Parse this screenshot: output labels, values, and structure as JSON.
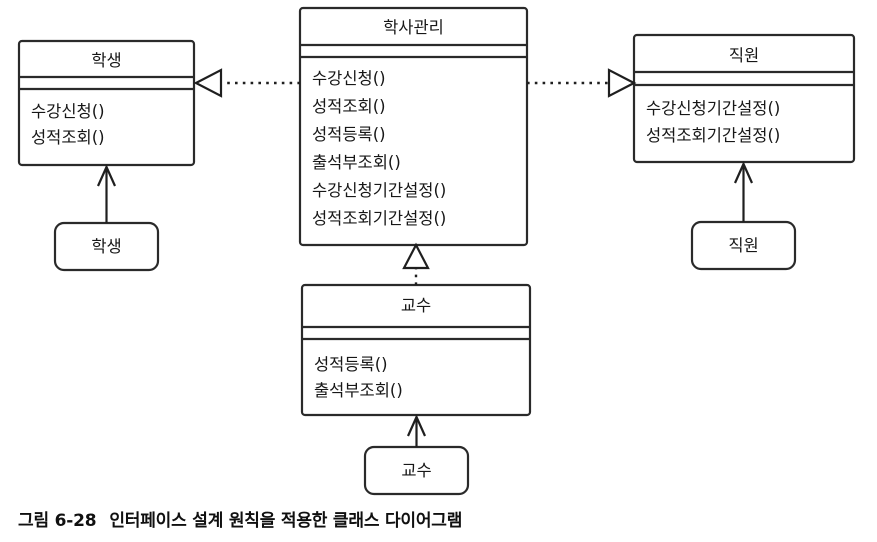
{
  "figure": {
    "caption_number": "그림 6-28",
    "caption_text": "인터페이스 설계 원칙을 적용한 클래스 다이어그램"
  },
  "classes": {
    "student_interface": {
      "name": "학생",
      "methods": [
        "수강신청()",
        "성적조회()"
      ]
    },
    "academic_management": {
      "name": "학사관리",
      "methods": [
        "수강신청()",
        "성적조회()",
        "성적등록()",
        "출석부조회()",
        "수강신청기간설정()",
        "성적조회기간설정()"
      ]
    },
    "staff_interface": {
      "name": "직원",
      "methods": [
        "수강신청기간설정()",
        "성적조회기간설정()"
      ]
    },
    "professor_interface": {
      "name": "교수",
      "methods": [
        "성적등록()",
        "출석부조회()"
      ]
    }
  },
  "actors": {
    "student": {
      "label": "학생"
    },
    "staff": {
      "label": "직원"
    },
    "professor": {
      "label": "교수"
    }
  },
  "connectors": [
    {
      "name": "realization-academic-to-student",
      "style": "dotted",
      "arrow": "hollow-triangle",
      "from": "학사관리",
      "to": "학생"
    },
    {
      "name": "realization-academic-to-staff",
      "style": "dotted",
      "arrow": "hollow-triangle",
      "from": "학사관리",
      "to": "직원"
    },
    {
      "name": "realization-professor-to-academic",
      "style": "dotted",
      "arrow": "hollow-triangle",
      "from": "교수",
      "to": "학사관리"
    },
    {
      "name": "dependency-student-actor",
      "style": "solid",
      "arrow": "open-arrow",
      "from": "학생",
      "to": "학생"
    },
    {
      "name": "dependency-staff-actor",
      "style": "solid",
      "arrow": "open-arrow",
      "from": "직원",
      "to": "직원"
    },
    {
      "name": "dependency-professor-actor",
      "style": "solid",
      "arrow": "open-arrow",
      "from": "교수",
      "to": "교수"
    }
  ],
  "colors": {
    "stroke": "#2a2a2a",
    "background": "#ffffff",
    "text": "#171717"
  }
}
